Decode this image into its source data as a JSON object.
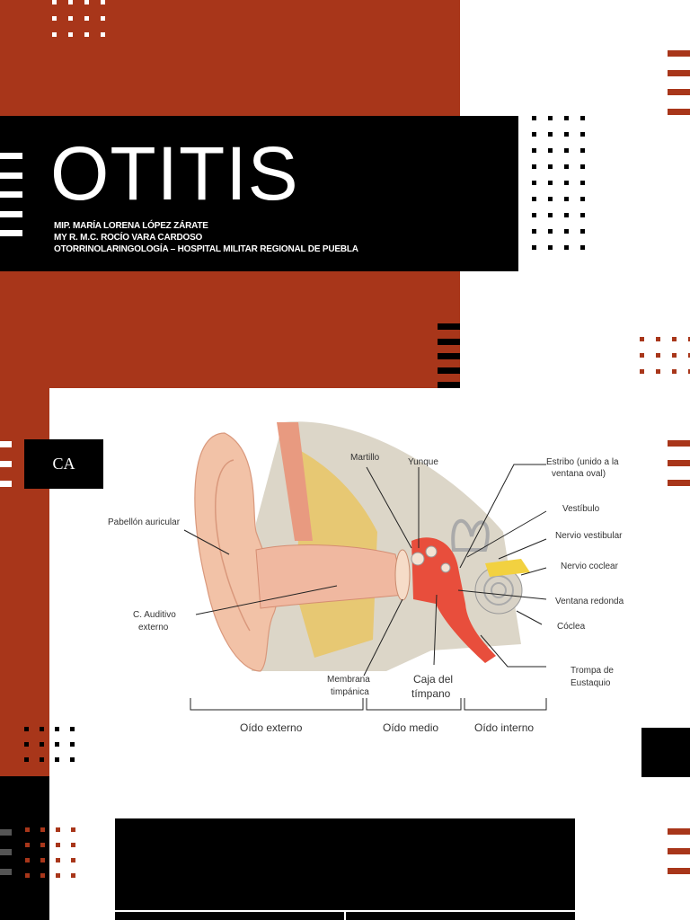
{
  "slide1": {
    "title": "OTITIS",
    "authors": [
      "MIP. MARÍA LORENA LÓPEZ ZÁRATE",
      "MY R. M.C. ROCÍO VARA CARDOSO",
      "OTORRINOLARINGOLOGÍA – HOSPITAL MILITAR REGIONAL DE PUEBLA"
    ]
  },
  "slide2": {
    "section_label": "CA",
    "diagram": {
      "labels": {
        "martillo": "Martillo",
        "yunque": "Yunque",
        "estribo_1": "Estribo (unido a la",
        "estribo_2": "ventana oval)",
        "pabellon": "Pabellón auricular",
        "vestibulo": "Vestíbulo",
        "nervio_vestibular": "Nervio vestibular",
        "nervio_coclear": "Nervio coclear",
        "ventana_redonda": "Ventana redonda",
        "canal_1": "C. Auditivo",
        "canal_2": "externo",
        "coclea": "Cóclea",
        "membrana_1": "Membrana",
        "membrana_2": "timpánica",
        "caja_1": "Caja del",
        "caja_2": "tímpano",
        "trompa_1": "Trompa de",
        "trompa_2": "Eustaquio"
      },
      "regions": [
        "Oído externo",
        "Oído medio",
        "Oído interno"
      ]
    }
  },
  "colors": {
    "accent": "#a8361a",
    "dark": "#000000",
    "light": "#ffffff"
  }
}
